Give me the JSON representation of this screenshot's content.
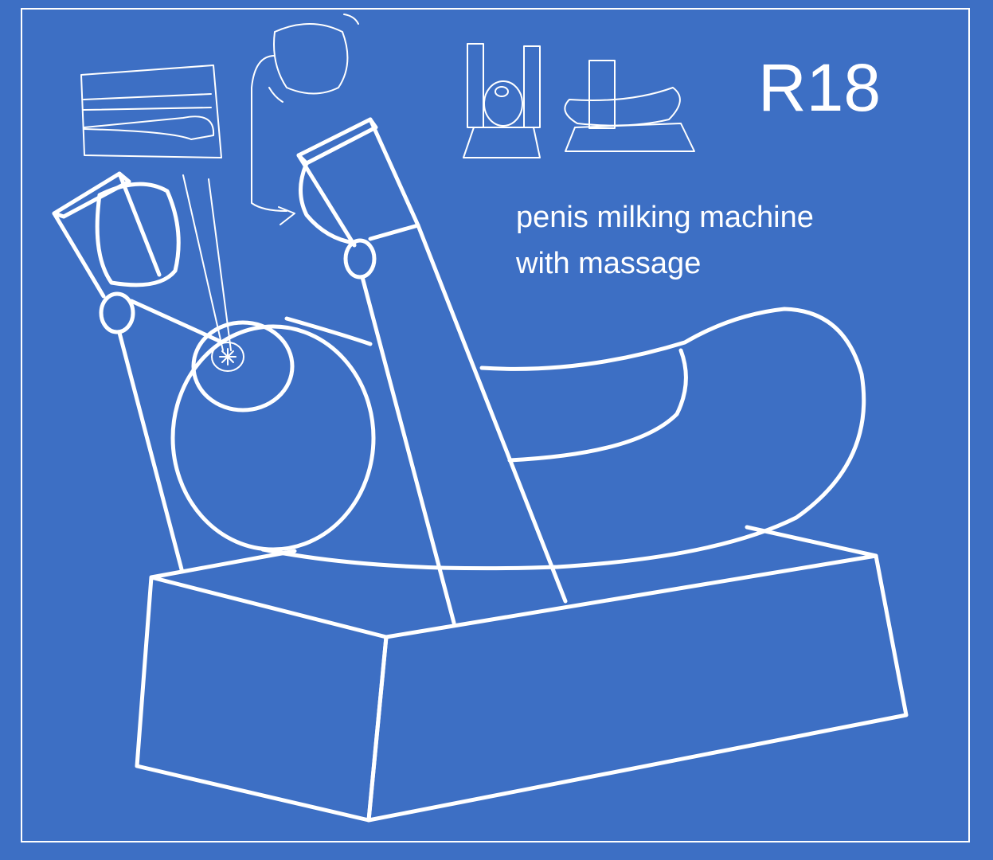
{
  "diagram": {
    "rating_label": "R18",
    "caption_line1": "penis milking machine",
    "caption_line2": "with massage",
    "colors": {
      "background": "#3d6fc4",
      "line": "#ffffff"
    }
  }
}
